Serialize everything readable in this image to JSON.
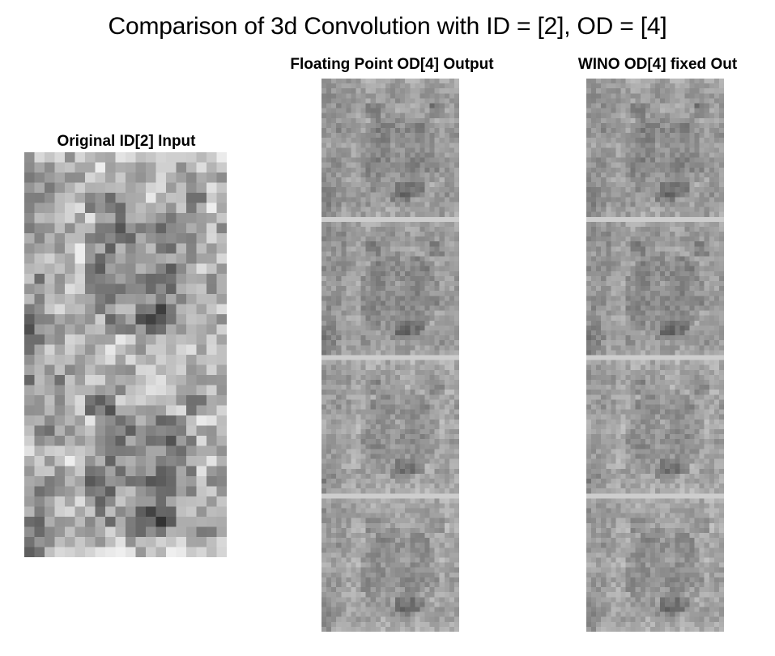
{
  "figure": {
    "title": "Comparison of 3d Convolution with ID = [2], OD = [4]"
  },
  "panels": [
    {
      "title": "Original ID[2] Input",
      "kind": "input",
      "frames": 2,
      "grid": [
        20,
        20
      ],
      "tone": "light"
    },
    {
      "title": "Floating Point OD[4] Output",
      "kind": "output",
      "frames": 4,
      "grid": [
        28,
        28
      ],
      "tone": "gray"
    },
    {
      "title": "WINO OD[4] fixed Out",
      "kind": "output",
      "frames": 4,
      "grid": [
        28,
        28
      ],
      "tone": "gray"
    }
  ]
}
